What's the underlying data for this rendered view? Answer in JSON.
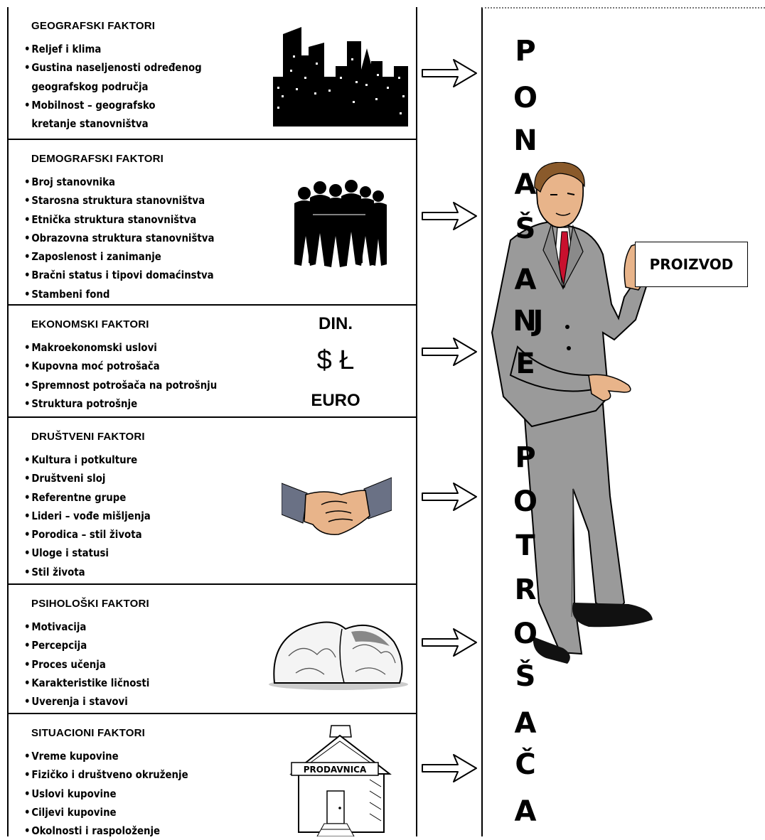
{
  "factors": [
    {
      "title": "GEOGRAFSKI FAKTORI",
      "items": [
        "Reljef i klima",
        "Gustina naseljenosti određenog",
        "geografskog područja",
        "Mobilnost – geografsko",
        "kretanje stanovništva"
      ],
      "icon": "city-skyline-icon"
    },
    {
      "title": "DEMOGRAFSKI FAKTORI",
      "items": [
        "Broj stanovnika",
        "Starosna struktura stanovništva",
        "Etnička struktura stanovništva",
        "Obrazovna struktura stanovništva",
        "Zaposlenost i zanimanje",
        "Bračni status i tipovi domaćinstva",
        "Stambeni fond"
      ],
      "icon": "people-group-icon"
    },
    {
      "title": "EKONOMSKI FAKTORI",
      "items": [
        "Makroekonomski uslovi",
        "Kupovna moć potrošača",
        "Spremnost potrošača na potrošnju",
        "Struktura potrošnje"
      ],
      "icon": "currency-icon",
      "currency": {
        "top": "DIN.",
        "middle": "$ Ł",
        "bottom": "EURO"
      }
    },
    {
      "title": "DRUŠTVENI FAKTORI",
      "items": [
        "Kultura i potkulture",
        "Društveni sloj",
        "Referentne grupe",
        "Lideri – vođe mišljenja",
        "Porodica – stil života",
        "Uloge i statusi",
        "Stil života"
      ],
      "icon": "handshake-icon"
    },
    {
      "title": "PSIHOLOŠKI FAKTORI",
      "items": [
        "Motivacija",
        "Percepcija",
        "Proces učenja",
        "Karakteristike ličnosti",
        "Uverenja i stavovi"
      ],
      "icon": "brain-icon"
    },
    {
      "title": "SITUACIONI FAKTORI",
      "items": [
        "Vreme kupovine",
        "Fizičko i društveno okruženje",
        "Uslovi kupovine",
        "Ciljevi kupovine",
        "Okolnosti i raspoloženje"
      ],
      "icon": "store-icon",
      "store_sign": "PRODAVNICA"
    }
  ],
  "vertical_title_letters": [
    "P",
    "O",
    "N",
    "A",
    "Š",
    "A",
    "N",
    "J",
    "E",
    "P",
    "O",
    "T",
    "R",
    "O",
    "Š",
    "A",
    "Č",
    "A"
  ],
  "product_sign": "PROIZVOD",
  "colors": {
    "line": "#000000",
    "suit": "#9a9a9a",
    "tie": "#c8102e",
    "skin": "#e8b48a",
    "hair": "#8a5a2b"
  }
}
